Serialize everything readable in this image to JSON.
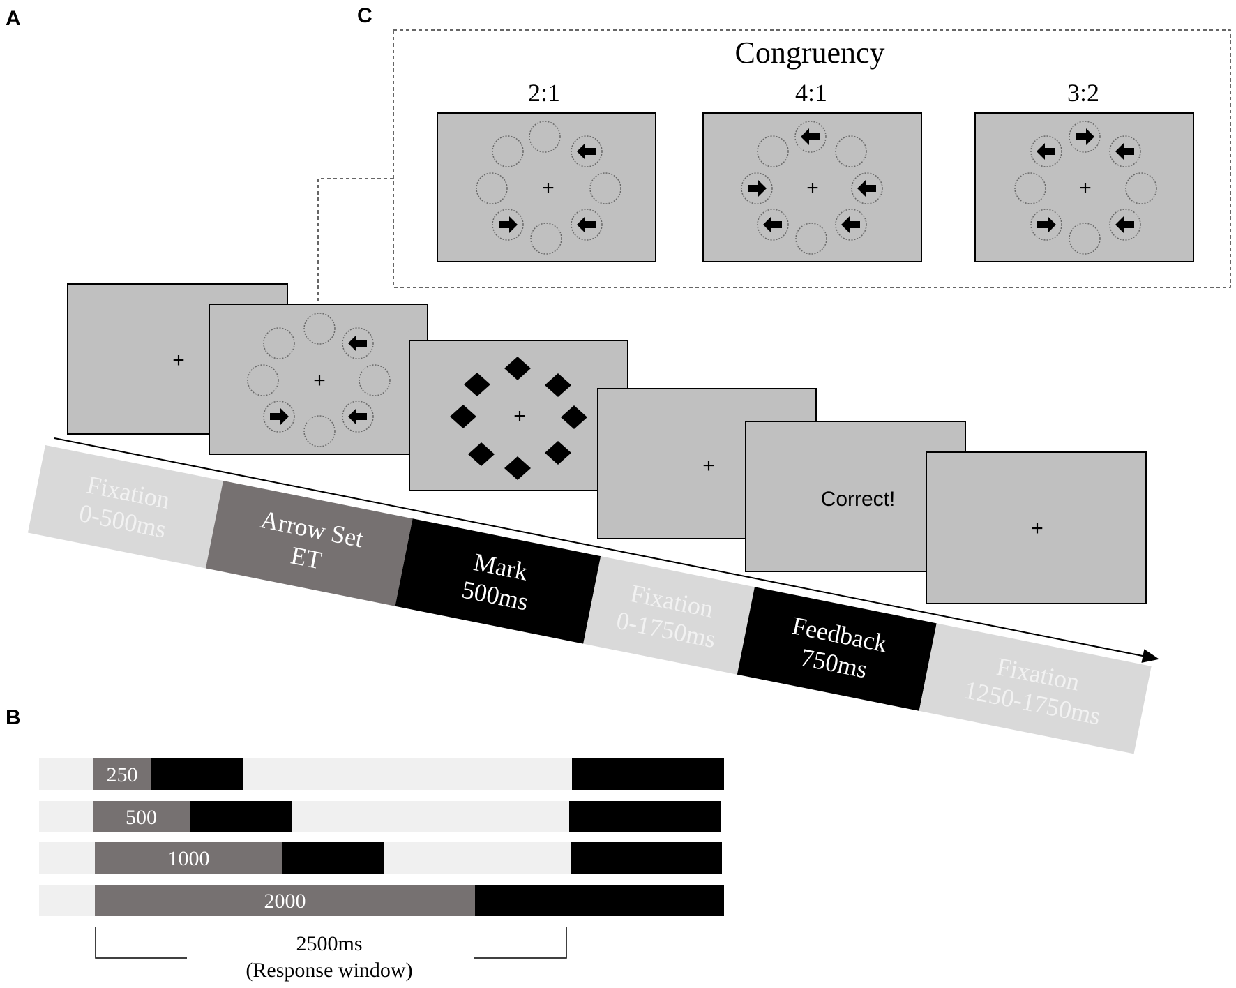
{
  "panels": {
    "a": "A",
    "b": "B",
    "c": "C"
  },
  "screen_text": {
    "feedback": "Correct!"
  },
  "timeline": {
    "segments": [
      {
        "line1": "Fixation",
        "line2": "0-500ms",
        "fill": "#d9d9d9",
        "text_color": "#f2f2f2"
      },
      {
        "line1": "Arrow Set",
        "line2": "ET",
        "fill": "#767171",
        "text_color": "#ffffff"
      },
      {
        "line1": "Mark",
        "line2": "500ms",
        "fill": "#000000",
        "text_color": "#ffffff"
      },
      {
        "line1": "Fixation",
        "line2": "0-1750ms",
        "fill": "#d9d9d9",
        "text_color": "#f2f2f2"
      },
      {
        "line1": "Feedback",
        "line2": "750ms",
        "fill": "#000000",
        "text_color": "#ffffff"
      },
      {
        "line1": "Fixation",
        "line2": "1250-1750ms",
        "fill": "#d9d9d9",
        "text_color": "#f2f2f2"
      }
    ]
  },
  "congruency": {
    "title": "Congruency",
    "ratio_labels": [
      "2:1",
      "4:1",
      "3:2"
    ]
  },
  "durations": {
    "labels": [
      "250",
      "500",
      "1000",
      "2000"
    ],
    "response_window": "2500ms",
    "response_window_note": "(Response window)"
  },
  "colors": {
    "screen_fill": "#c0c0c0",
    "arrow_set_gray": "#767171",
    "light_gray": "#f0f0f0",
    "black": "#000000"
  }
}
